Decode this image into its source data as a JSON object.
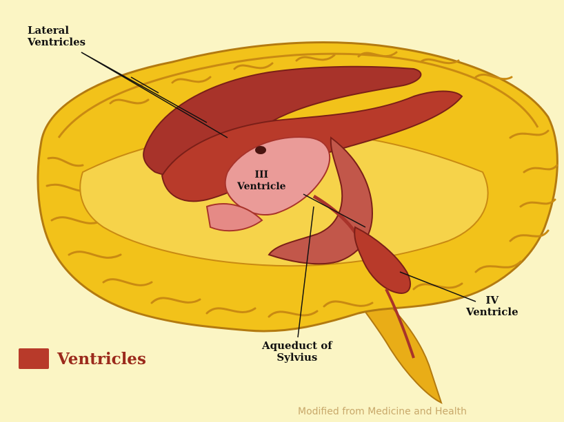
{
  "labels": {
    "lateral_ventricles": "Lateral\nVentricles",
    "third_ventricle": "III\nVentricle",
    "fourth_ventricle": "IV\nVentricle",
    "aqueduct": "Aqueduct of\nSylvius"
  },
  "legend": {
    "label": "Ventricles",
    "swatch_color": "#b83a2a"
  },
  "credit": "Modified from Medicine and Health",
  "colors": {
    "brain_tissue": "#f2c21a",
    "cortex_fold_lines": "#c98a12",
    "ventricles": "#b83a2a",
    "ventricles_light": "#e9a3a0",
    "background": "#fbf5c4"
  }
}
